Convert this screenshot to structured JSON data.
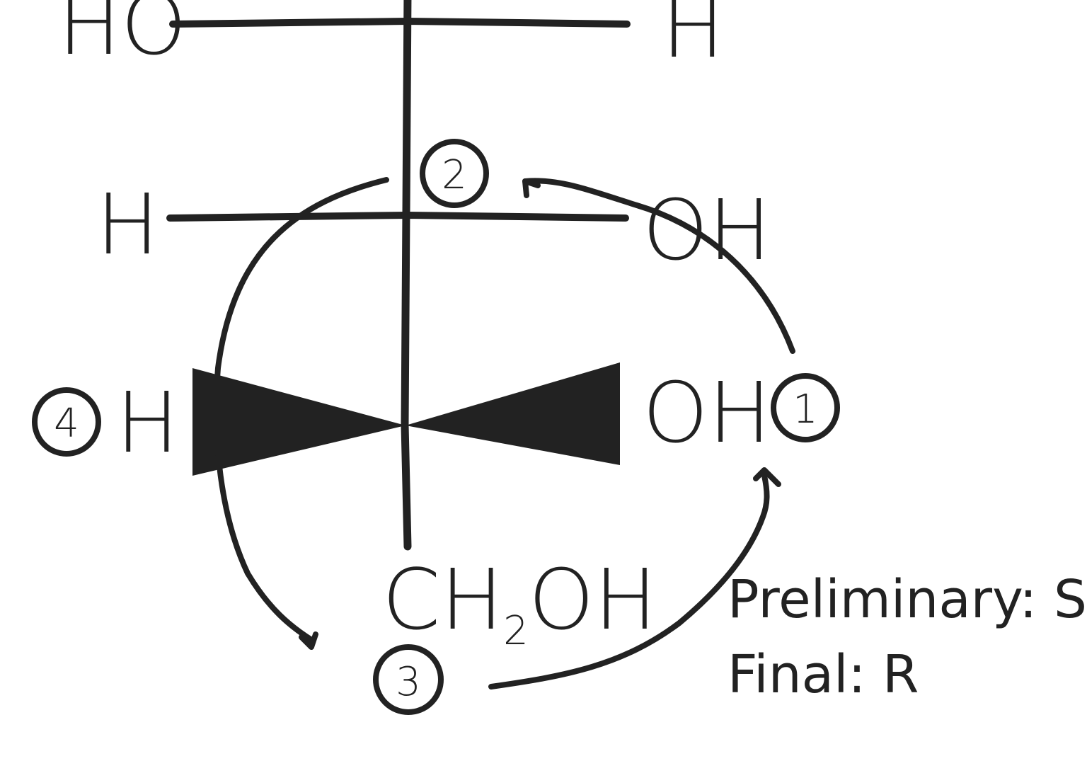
{
  "colors": {
    "ink": "#222222",
    "background": "#ffffff"
  },
  "top_row": {
    "left": "HO",
    "right": "H"
  },
  "middle_row": {
    "left": "H",
    "right": "OH"
  },
  "stereocenter": {
    "left": "H",
    "right": "OH",
    "bottom_group": "CH",
    "bottom_subscript": "2",
    "bottom_tail": "OH"
  },
  "priorities": {
    "p1": "1",
    "p2": "2",
    "p3": "3",
    "p4": "4"
  },
  "result": {
    "line1": "Preliminary: S",
    "line2": "Final: R"
  }
}
